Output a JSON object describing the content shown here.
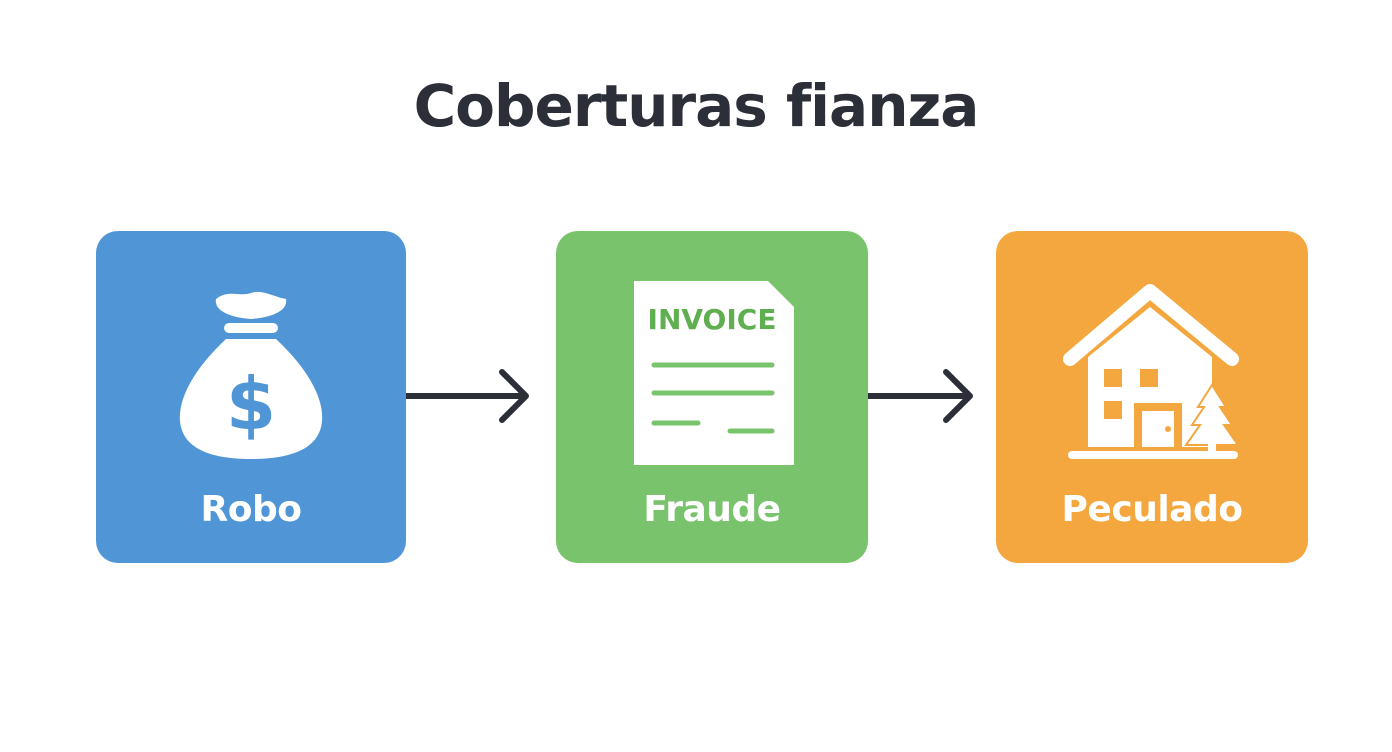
{
  "title": "Coberturas fianza",
  "cards": [
    {
      "label": "Robo",
      "icon": "money-bag-icon",
      "color": "#5096d6"
    },
    {
      "label": "Fraude",
      "icon": "invoice-icon",
      "color": "#79c36c",
      "icon_text": "INVOICE"
    },
    {
      "label": "Peculado",
      "icon": "house-icon",
      "color": "#f4a73e"
    }
  ],
  "money_symbol": "$",
  "arrow_color": "#2c2f38"
}
